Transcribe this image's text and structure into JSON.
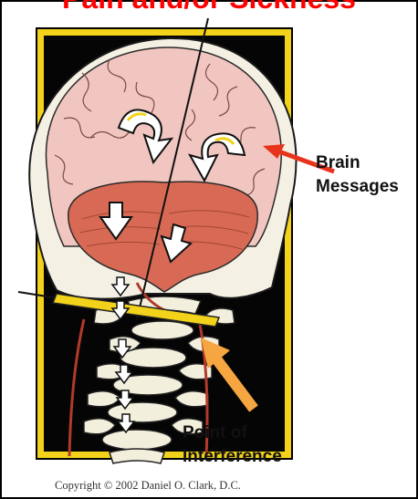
{
  "title": "Pain and/or Sickness",
  "labels": {
    "brain_line1": "Brain",
    "brain_line2": "Messages",
    "poi_line1": "Point of",
    "poi_line2": "Interference"
  },
  "copyright": "Copyright © 2002 Daniel O. Clark, D.C.",
  "colors": {
    "title_red": "#ff0000",
    "frame_yellow": "#f2d21a",
    "frame_black": "#000000",
    "brain_pink": "#f1c6c0",
    "cerebellum": "#d86a55",
    "skull": "#f4f1e4",
    "arrow_red": "#e8331c",
    "arrow_orange": "#f6a640",
    "bar_yellow": "#f2d21a",
    "spine_bone": "#f3efdd"
  },
  "icons": [
    "brain-illustration",
    "skull-illustration",
    "cervical-spine-illustration",
    "curved-arrow-icon",
    "down-arrow-icon"
  ]
}
